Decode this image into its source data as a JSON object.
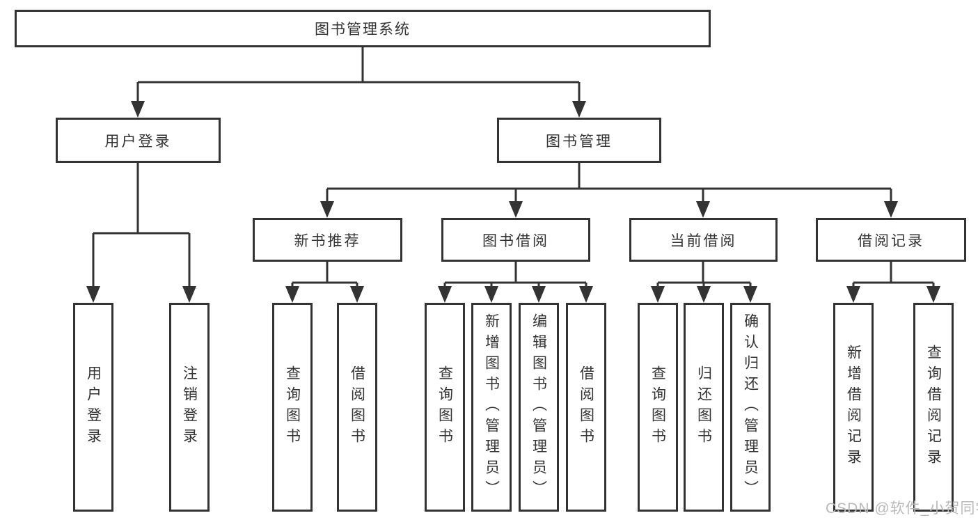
{
  "diagram": {
    "root": {
      "label": "图书管理系统"
    },
    "level2": [
      {
        "label": "用户登录"
      },
      {
        "label": "图书管理"
      }
    ],
    "level3": [
      {
        "label": "新书推荐"
      },
      {
        "label": "图书借阅"
      },
      {
        "label": "当前借阅"
      },
      {
        "label": "借阅记录"
      }
    ],
    "leaves": {
      "user": [
        "用户登录",
        "注销登录"
      ],
      "newbook": [
        "查询图书",
        "借阅图书"
      ],
      "borrow": [
        "查询图书",
        "新增图书（管理员）",
        "编辑图书（管理员）",
        "借阅图书"
      ],
      "current": [
        "查询图书",
        "归还图书",
        "确认归还（管理员）"
      ],
      "record": [
        "新增借阅记录",
        "查询借阅记录"
      ]
    }
  },
  "watermark": "CSDN @软件_小贺同学",
  "colors": {
    "line": "#333333",
    "box_border": "#333333",
    "text": "#333333",
    "watermark": "#b9b9b9",
    "background": "#ffffff"
  }
}
